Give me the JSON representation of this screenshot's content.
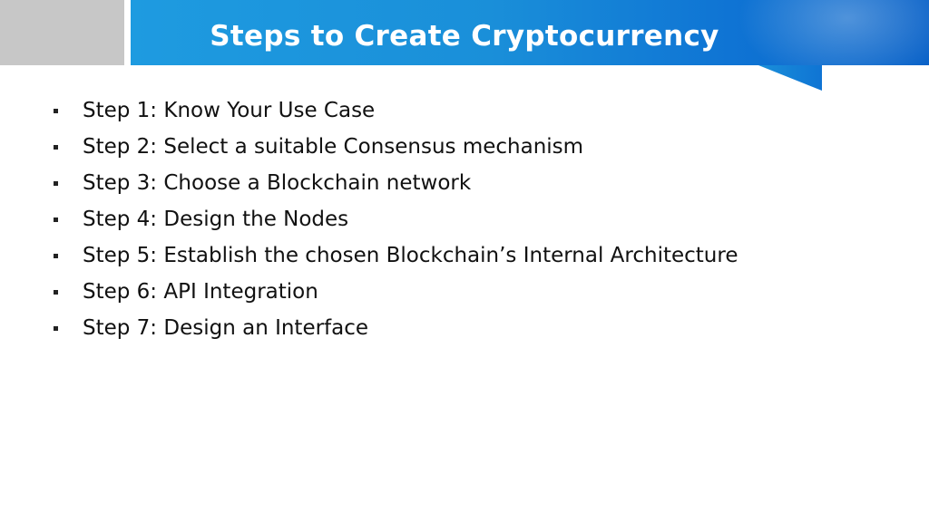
{
  "slide": {
    "title": "Steps to Create Cryptocurrency",
    "steps": [
      "Step 1: Know Your Use Case",
      "Step 2: Select a suitable Consensus mechanism",
      "Step 3: Choose a Blockchain network",
      "Step 4: Design the Nodes",
      "Step 5: Establish the chosen Blockchain’s Internal Architecture",
      "Step 6: API Integration",
      "Step 7: Design an Interface"
    ]
  },
  "colors": {
    "banner_blue": "#1a8fd9",
    "gray_block": "#c7c7c7",
    "title_text": "#ffffff",
    "body_text": "#111111"
  }
}
